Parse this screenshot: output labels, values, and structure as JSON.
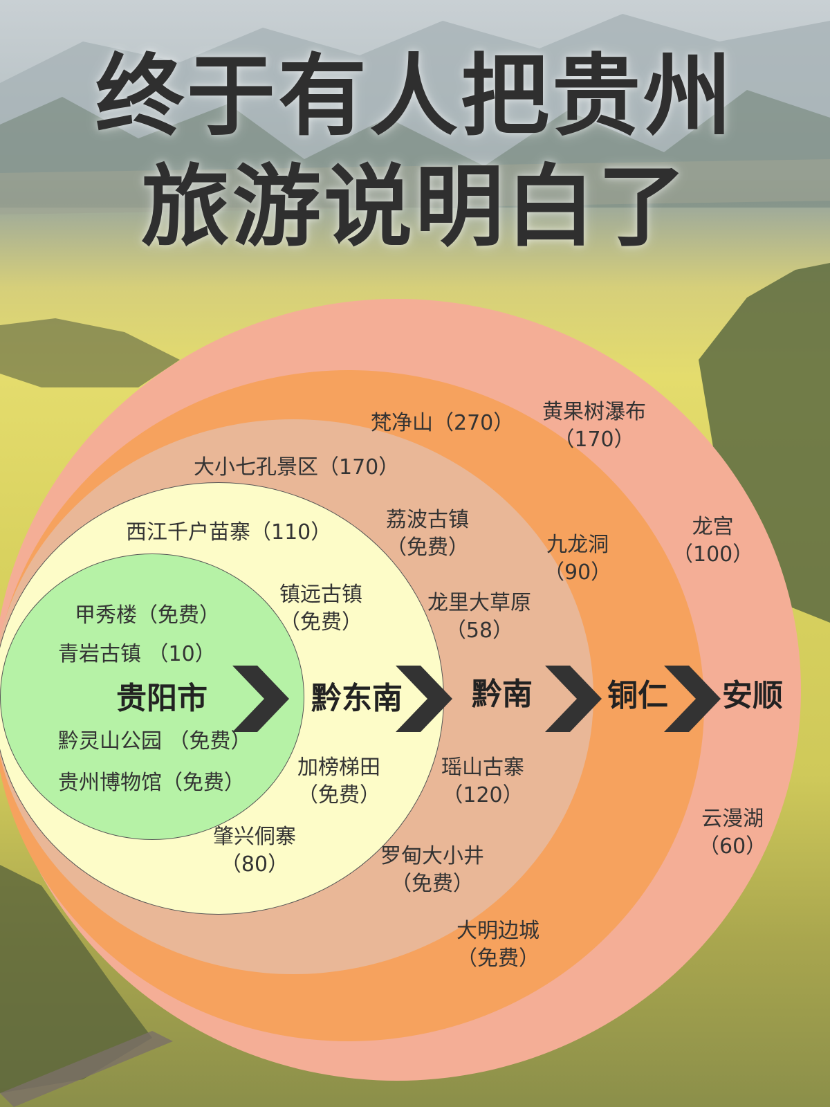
{
  "title": {
    "line1": "终于有人把贵州",
    "line2": "旅游说明白了"
  },
  "regions": {
    "guiyang": "贵阳市",
    "qiandongnan": "黔东南",
    "qiannan": "黔南",
    "tongren": "铜仁",
    "anshun": "安顺"
  },
  "spots": {
    "jiaxiulou": "甲秀楼（免费）",
    "qingyan": "青岩古镇 （10）",
    "qianlingshan": "黔灵山公园 （免费）",
    "museum": "贵州博物馆（免费）",
    "xijiang": "西江千户苗寨（110）",
    "zhenyuan_1": "镇远古镇",
    "zhenyuan_2": "（免费）",
    "jiabang_1": "加榜梯田",
    "jiabang_2": "（免费）",
    "zhaoxing_1": "肇兴侗寨",
    "zhaoxing_2": "（80）",
    "daxiaoqikong": "大小七孔景区（170）",
    "libo_1": "荔波古镇",
    "libo_2": "（免费）",
    "longli_1": "龙里大草原",
    "longli_2": "（58）",
    "yaoshan_1": "瑶山古寨",
    "yaoshan_2": "（120）",
    "luodian_1": "罗甸大小井",
    "luodian_2": "（免费）",
    "daming_1": "大明边城",
    "daming_2": "（免费）",
    "fanjingshan": "梵净山（270）",
    "jiulong_1": "九龙洞",
    "jiulong_2": "（90）",
    "huangguoshu_1": "黄果树瀑布",
    "huangguoshu_2": "（170）",
    "longgong_1": "龙宫",
    "longgong_2": "（100）",
    "yunman_1": "云漫湖",
    "yunman_2": "（60）"
  },
  "colors": {
    "anshun_ring": "#f4ae96",
    "tongren_ring": "#f6a25e",
    "qiannan_ring": "#e9b797",
    "qiandongnan_ring": "#fdfcc8",
    "guiyang_ring": "#b6f2a6",
    "chevron": "#333333"
  }
}
